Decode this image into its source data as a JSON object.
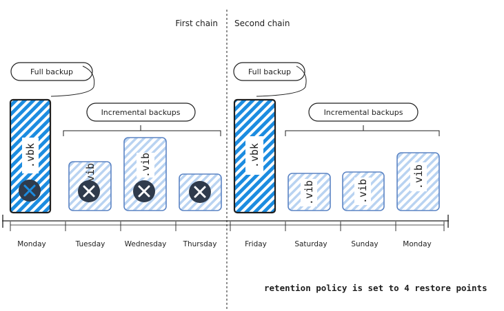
{
  "chains": {
    "first_label": "First chain",
    "second_label": "Second chain"
  },
  "first": {
    "full_callout": "Full backup",
    "incremental_callout": "Incremental backups",
    "full_ext": ".vbk",
    "inc_ext": ".vib",
    "days": [
      "Monday",
      "Tuesday",
      "Wednesday",
      "Thursday"
    ]
  },
  "second": {
    "full_callout": "Full backup",
    "incremental_callout": "Incremental backups",
    "full_ext": ".vbk",
    "inc_ext": ".vib",
    "days": [
      "Friday",
      "Saturday",
      "Sunday",
      "Monday"
    ]
  },
  "note": "retention policy is set to 4 restore points",
  "colors": {
    "full_fill": "#1c8ce0",
    "incremental_fill": "#a9c9ee",
    "full_stroke": "#1e1e1e",
    "incremental_stroke": "#5b84c4",
    "delete_marker": "#2f3b4c"
  },
  "icons": {
    "delete_marker": "circle-x-icon"
  }
}
